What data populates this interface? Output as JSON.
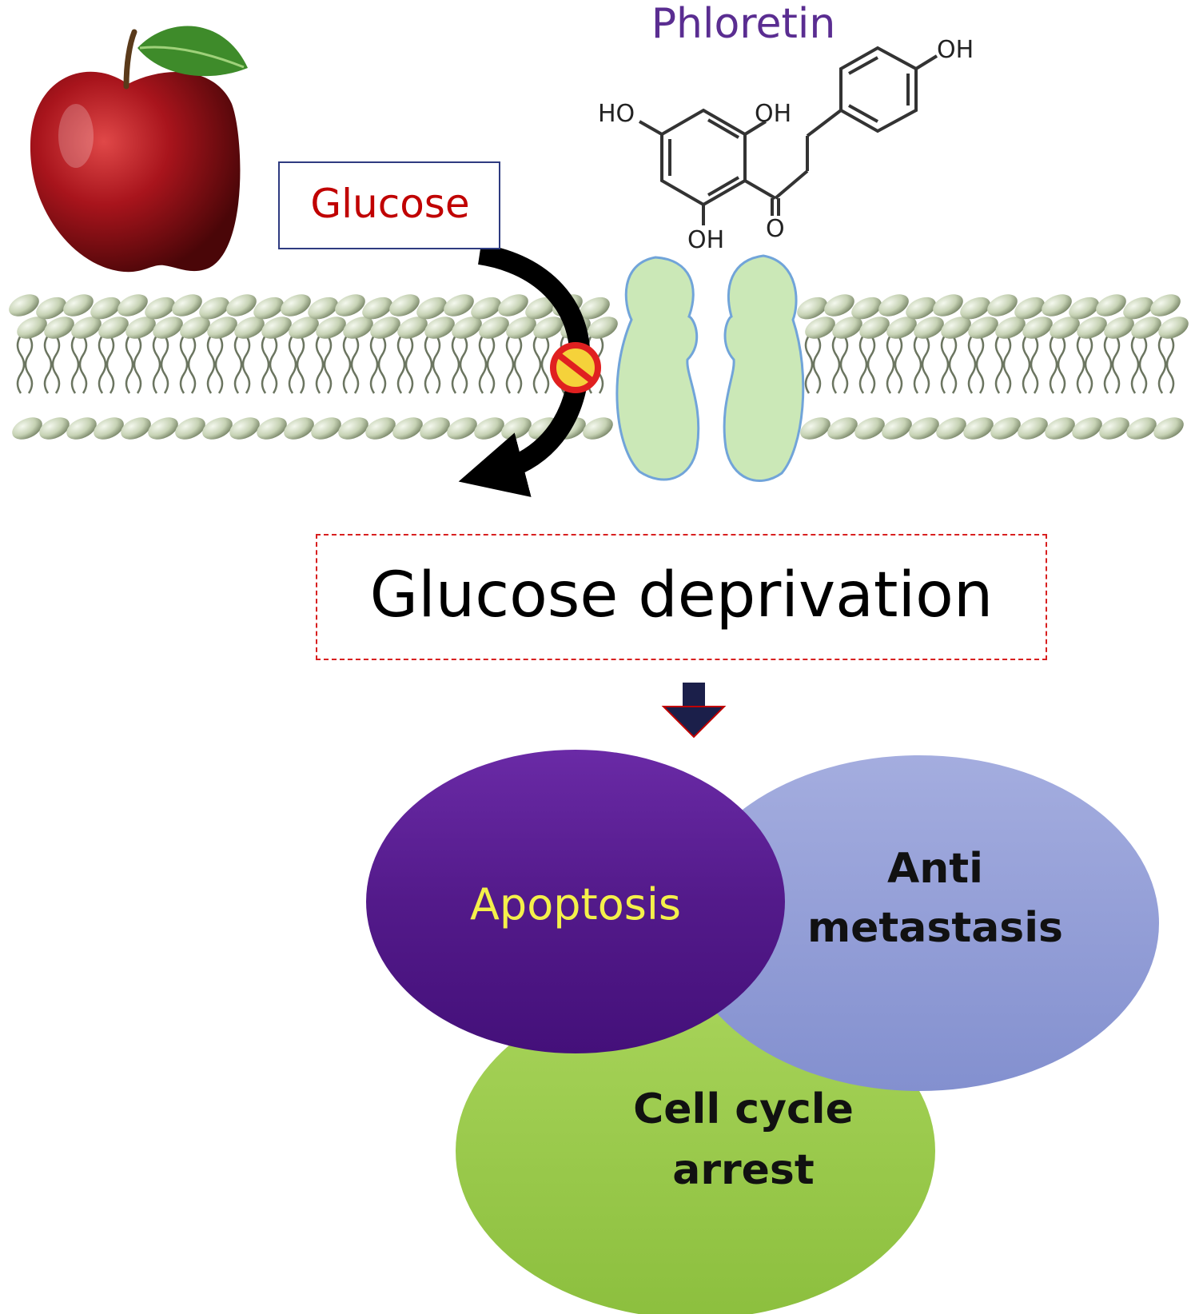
{
  "molecule": {
    "name": "Phloretin",
    "groups": {
      "oh_top": "OH",
      "ho_left": "HO",
      "oh_mid": "OH",
      "oh_bottom": "OH",
      "carbonyl_o": "O"
    }
  },
  "glucose_label": "Glucose",
  "result_label": "Glucose deprivation",
  "outcomes": {
    "apoptosis": "Apoptosis",
    "anti_line1": "Anti",
    "anti_line2": "metastasis",
    "cellcycle_line1": "Cell cycle",
    "cellcycle_line2": "arrest"
  },
  "colors": {
    "title": "#5a2d91",
    "glucose_text": "#c00000",
    "apoptosis_fill": "#531a8a",
    "anti_fill": "#8c99d4",
    "cellcycle_fill": "#98c648",
    "transporter_fill": "#c9e7b4",
    "lipid_head": "#c6d2b4",
    "arrow_down": "#1b1f4a"
  },
  "icons": [
    "apple-icon",
    "no-entry-icon",
    "transporter-icon",
    "lipid-bilayer",
    "curved-arrow-icon",
    "down-arrow-icon"
  ]
}
